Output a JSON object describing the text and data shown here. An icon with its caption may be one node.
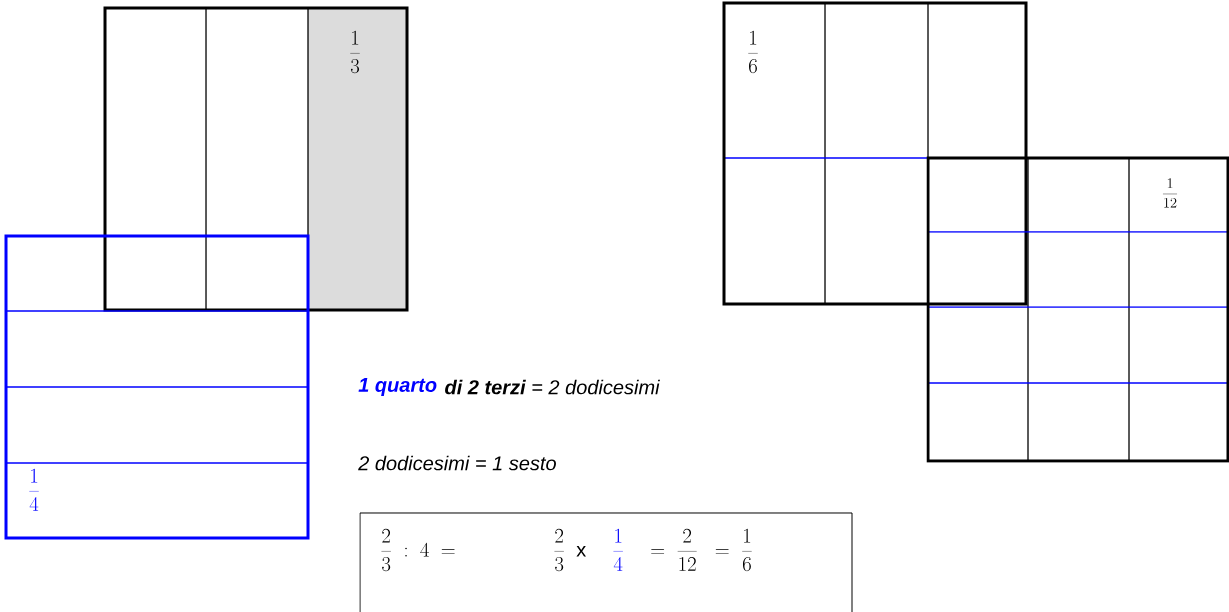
{
  "diagram": {
    "nodes": [
      {
        "text": [
          "\\frac{1}{3}"
        ]
      },
      {
        "text": [
          "\\frac{1}{4}"
        ]
      },
      {
        "text": [
          "\\frac{1}{6}"
        ]
      },
      {
        "text": [
          "\\frac{1}{12}"
        ]
      },
      {
        "text": [
          "\\frac{2}{3}\\ :\\ 4\\ =",
          "\\frac{2}{3}\\ \\ \\mathrm{x}",
          "\\frac{1}{4}",
          "=\\ \\frac{2}{12}\\ \\ =\\ \\frac{1}{6}"
        ]
      }
    ],
    "labels": [
      "1 quarto",
      "**di 2 terzi** = 2 dodicesimi",
      "2 dodicesimi = 1 sesto"
    ]
  }
}
